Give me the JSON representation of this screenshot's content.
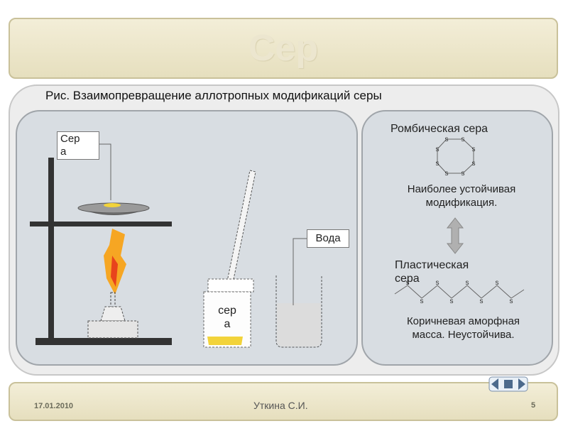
{
  "slide": {
    "title": "Сер",
    "caption": "Рис.  Взаимопревращение  аллотропных  модификаций серы"
  },
  "left": {
    "sulfur_label": [
      "Сер",
      "а"
    ],
    "water_label": "Вода",
    "jar_label": [
      "сер",
      "а"
    ]
  },
  "right": {
    "rhombic_title": "Ромбическая сера",
    "rhombic_desc": [
      "Наиболее устойчивая",
      "модификация."
    ],
    "plastic_title": [
      "Пластическая",
      "сера"
    ],
    "plastic_desc": [
      "Коричневая аморфная",
      "масса. Неустойчива."
    ],
    "atom_symbol": "s"
  },
  "footer": {
    "date": "17.01.2010",
    "author": "Уткина С.И.",
    "page": "5"
  },
  "colors": {
    "flame_outer": "#f6a623",
    "flame_inner": "#e8431c",
    "arrow": "#b0b0b0",
    "panel": "#d8dde2"
  }
}
